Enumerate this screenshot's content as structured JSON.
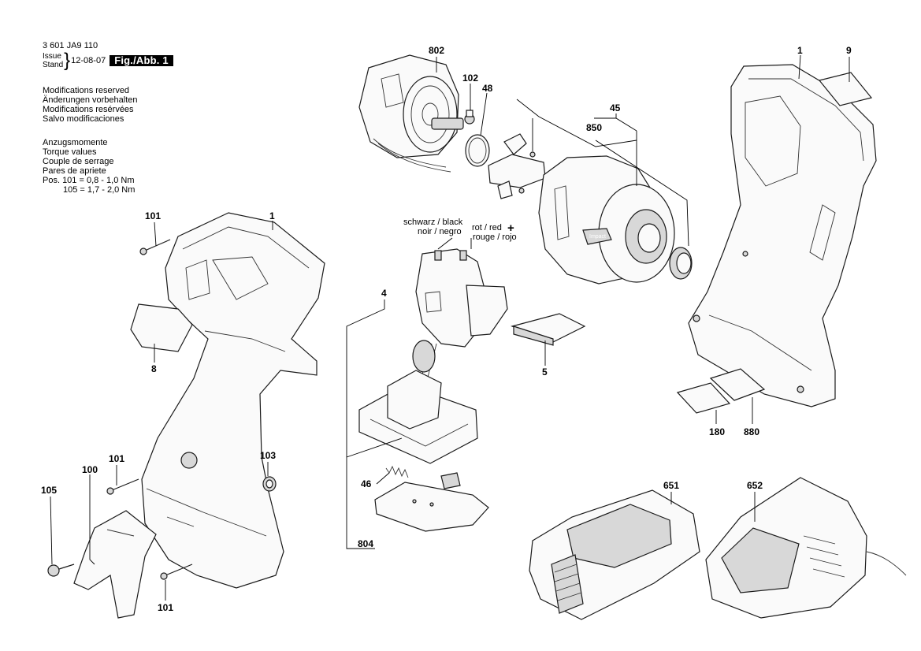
{
  "header": {
    "doc_number": "3 601 JA9 110",
    "issue_label": "Issue",
    "stand_label": "Stand",
    "issue_date": "12-08-07",
    "figure_label": "Fig./Abb. 1"
  },
  "notes": [
    "Modifications reserved",
    "Änderungen vorbehalten",
    "Modifications resérvées",
    "Salvo modificaciones"
  ],
  "torque": {
    "lines": [
      "Anzugsmomente",
      "Torque values",
      "Couple de serrage",
      "Pares de apriete"
    ],
    "pos_101": "Pos.  101 =  0,8 - 1,0 Nm",
    "pos_105": "105 =  1,7 - 2,0 Nm"
  },
  "wire_labels": {
    "black": "schwarz / black",
    "black2": "noir / negro",
    "red": "rot / red",
    "red2": "rouge / rojo"
  },
  "callouts": {
    "c802": "802",
    "c102": "102",
    "c48": "48",
    "c45": "45",
    "c850": "850",
    "c1_top": "1",
    "c9": "9",
    "c101_a": "101",
    "c1_left": "1",
    "c8": "8",
    "c4": "4",
    "c5": "5",
    "c180": "180",
    "c880": "880",
    "c101_b": "101",
    "c103": "103",
    "c100": "100",
    "c105": "105",
    "c46": "46",
    "c804": "804",
    "c101_c": "101",
    "c651": "651",
    "c652": "652"
  },
  "brand_text": "Impact"
}
